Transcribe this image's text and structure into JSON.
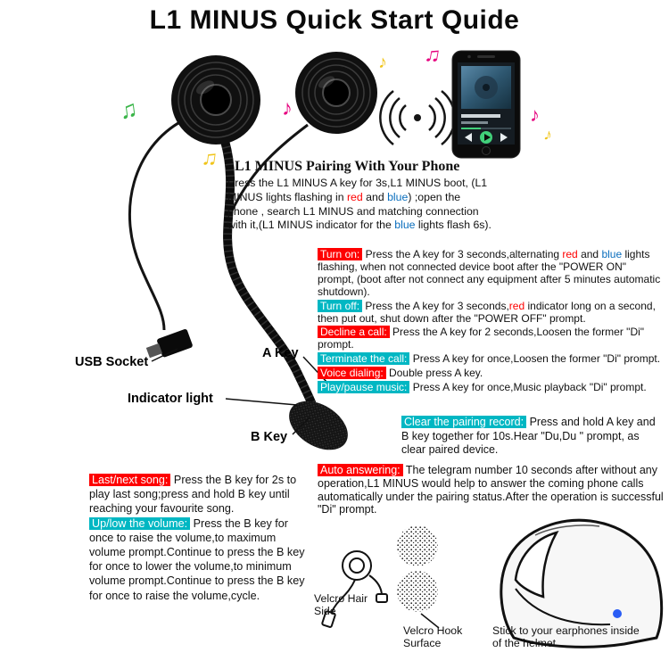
{
  "colors": {
    "highlight_red": "#fe0000",
    "highlight_cyan": "#00b7c3",
    "text_red": "#fe0000",
    "text_blue": "#0a6ebd"
  },
  "icons": {
    "note_single": "♪",
    "note_beamed": "♫"
  },
  "title": "L1 MINUS Quick Start Quide",
  "pairing": {
    "heading": "L1 MINUS Pairing With Your Phone",
    "runs": [
      {
        "text": "Press the L1 MINUS A key for 3s,L1 MINUS boot, (L1 MINUS lights flashing in "
      },
      {
        "text": "red",
        "color": "red"
      },
      {
        "text": " and "
      },
      {
        "text": "blue",
        "color": "blue"
      },
      {
        "text": ") ;open the phone , search L1 MINUS and matching connection with it,(L1 MINUS indicator for the "
      },
      {
        "text": "blue",
        "color": "blue"
      },
      {
        "text": " lights flash 6s)."
      }
    ]
  },
  "diagram_labels": {
    "usb_socket": "USB Socket",
    "indicator_light": "Indicator light",
    "a_key": "A Key",
    "b_key": "B Key"
  },
  "instructions_right": [
    {
      "label": "Turn on:",
      "runs": [
        {
          "text": " Press the A key for 3 seconds,alternating "
        },
        {
          "text": "red",
          "color": "red"
        },
        {
          "text": " and "
        },
        {
          "text": "blue",
          "color": "blue"
        },
        {
          "text": " lights flashing, when not connected device boot after the \"POWER ON\" prompt, (boot after not connect any equipment after 5 minutes automatic shutdown)."
        }
      ]
    },
    {
      "label": "Turn off:",
      "runs": [
        {
          "text": " Press the A key for 3 seconds,"
        },
        {
          "text": "red",
          "color": "red"
        },
        {
          "text": " indicator long on a second, then put out, shut down after the \"POWER OFF\" prompt."
        }
      ]
    },
    {
      "label": "Decline a call:",
      "runs": [
        {
          "text": " Press the A key for 2 seconds,Loosen the former \"Di\" prompt."
        }
      ]
    },
    {
      "label": "Terminate the call:",
      "runs": [
        {
          "text": " Press A key for once,Loosen the former \"Di\" prompt."
        }
      ]
    },
    {
      "label": "Voice dialing:",
      "runs": [
        {
          "text": " Double press A key."
        }
      ]
    },
    {
      "label": "Play/pause music:",
      "runs": [
        {
          "text": " Press A key for once,Music playback \"Di\" prompt."
        }
      ]
    }
  ],
  "clear_pairing": {
    "label": "Clear the pairing record:",
    "runs": [
      {
        "text": " Press and hold A key and B key together for 10s.Hear \"Du,Du \" prompt, as clear paired device."
      }
    ]
  },
  "auto_answering": {
    "label": "Auto answering:",
    "runs": [
      {
        "text": " The telegram number 10 seconds after without any operation,L1 MINUS would help to answer the coming phone calls automatically under the pairing status.After the operation is successful \"Di\" prompt."
      }
    ]
  },
  "instructions_left": [
    {
      "label": "Last/next song:",
      "runs": [
        {
          "text": " Press the B key for 2s to play last song;press and hold B key until reaching your favourite song."
        }
      ]
    },
    {
      "label": "Up/low the volume:",
      "runs": [
        {
          "text": " Press the B key for once to raise the volume,to maximum volume prompt.Continue to press the B key for once to lower the volume,to minimum volume prompt.Continue to press the B key for once to raise the volume,cycle."
        }
      ]
    }
  ],
  "helmet_section": {
    "velcro_hair": "Velcro Hair Side",
    "velcro_hook": "Velcro Hook Surface",
    "stick_note": "Stick to your earphones inside of the helmet"
  }
}
